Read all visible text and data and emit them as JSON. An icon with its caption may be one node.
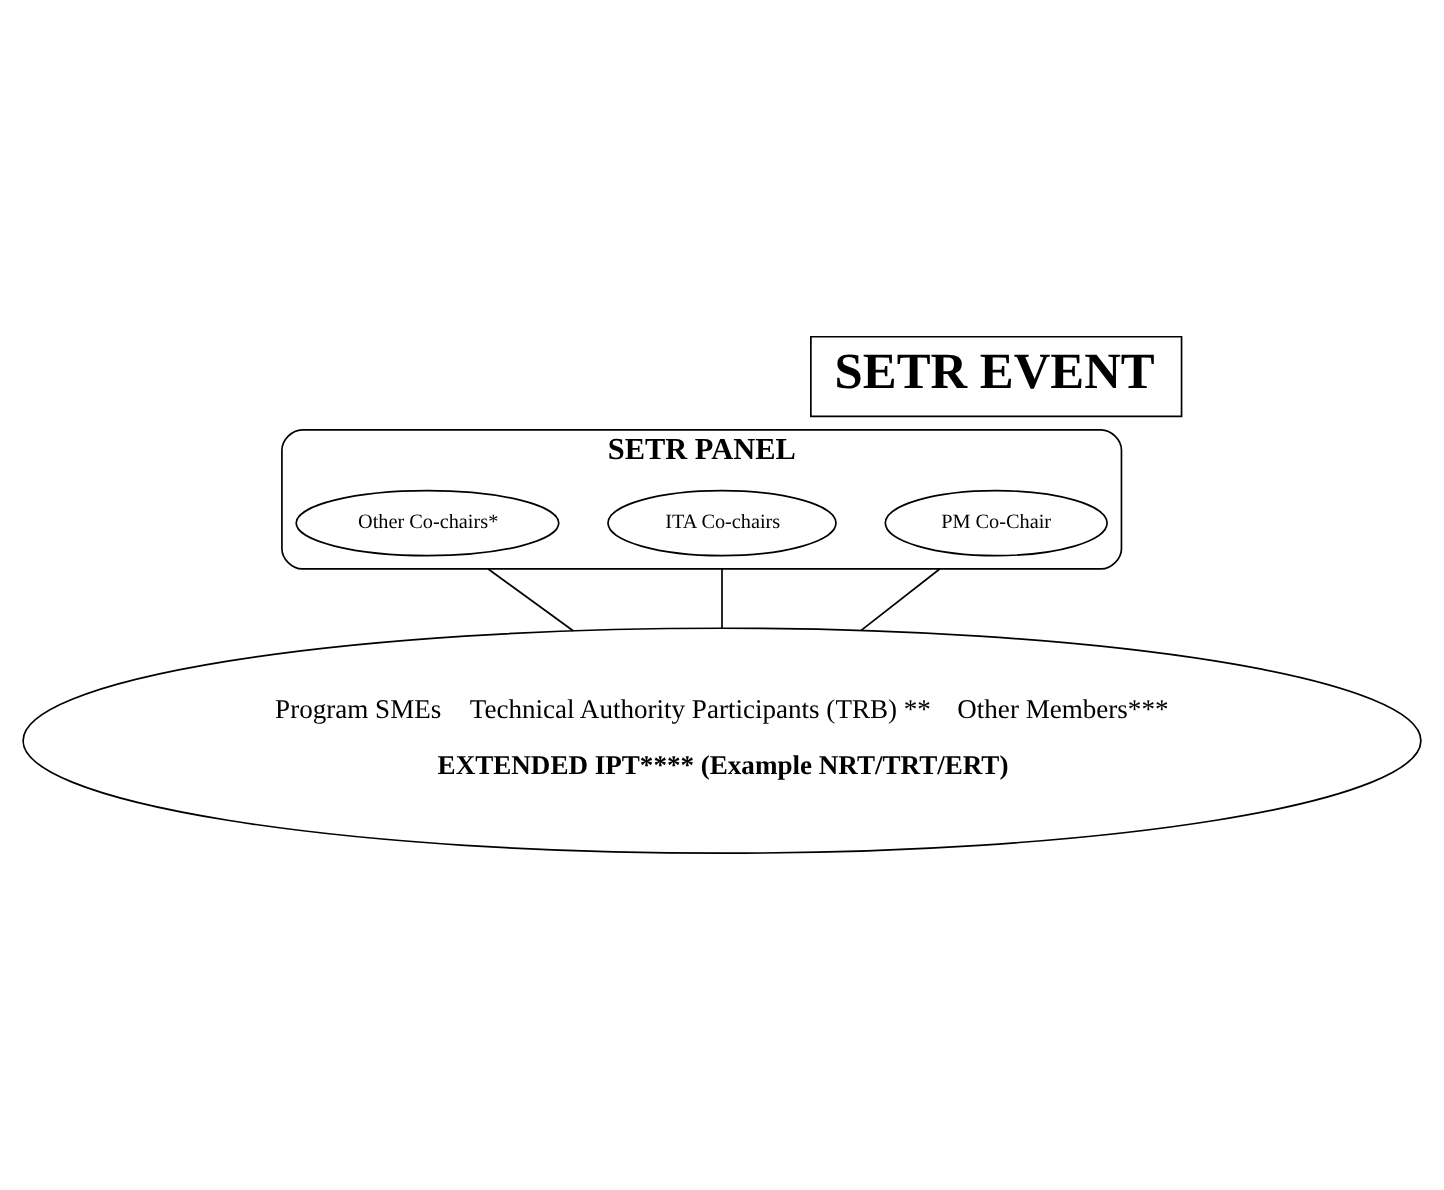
{
  "diagram": {
    "nodes": [
      {
        "text": [
          "SETR EVENT"
        ]
      },
      {
        "text": [
          "SETR PANEL"
        ]
      },
      {
        "text": [
          "PM Co-Chair"
        ],
        "in": 1
      },
      {
        "text": [
          "ITA Co-chairs"
        ],
        "in": 1
      },
      {
        "text": [
          "Other Co-chairs*"
        ],
        "in": 1
      },
      {
        "text": [
          "Program SMEs",
          "Technical Authority Participants (TRB) **",
          "Other Members***",
          "EXTENDED IPT**** (Example NRT/TRT/ERT)"
        ]
      }
    ],
    "edges": [
      {
        "from": 1,
        "to": 5,
        "arrow": "none"
      },
      {
        "from": 1,
        "to": 5,
        "arrow": "none"
      },
      {
        "from": 1,
        "to": 5,
        "arrow": "none"
      }
    ]
  }
}
